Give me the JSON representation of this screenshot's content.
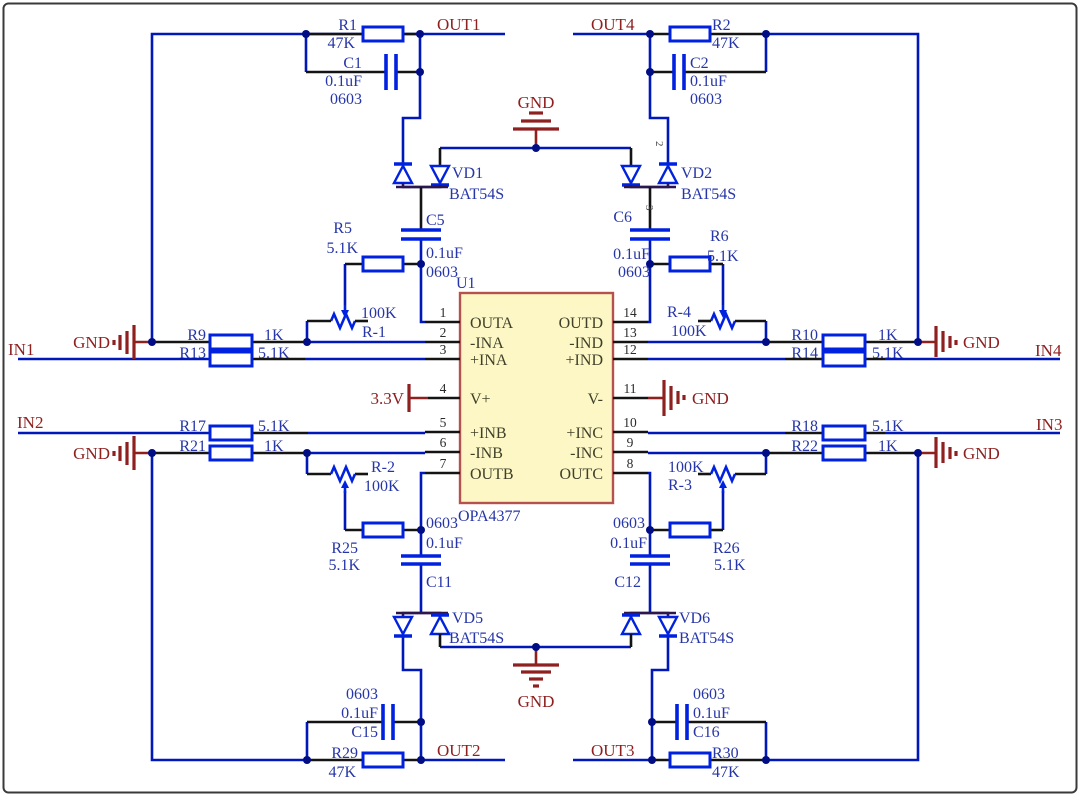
{
  "ic": {
    "designator": "U1",
    "part": "OPA4377",
    "left_pins": [
      {
        "num": "1",
        "name": "OUTA"
      },
      {
        "num": "2",
        "name": "-INA"
      },
      {
        "num": "3",
        "name": "+INA"
      },
      {
        "num": "4",
        "name": "V+"
      },
      {
        "num": "5",
        "name": "+INB"
      },
      {
        "num": "6",
        "name": "-INB"
      },
      {
        "num": "7",
        "name": "OUTB"
      }
    ],
    "right_pins": [
      {
        "num": "14",
        "name": "OUTD"
      },
      {
        "num": "13",
        "name": "-IND"
      },
      {
        "num": "12",
        "name": "+IND"
      },
      {
        "num": "11",
        "name": "V-"
      },
      {
        "num": "10",
        "name": "+INC"
      },
      {
        "num": "9",
        "name": "-INC"
      },
      {
        "num": "8",
        "name": "OUTC"
      }
    ]
  },
  "nets": {
    "out1": "OUT1",
    "out2": "OUT2",
    "out3": "OUT3",
    "out4": "OUT4",
    "in1": "IN1",
    "in2": "IN2",
    "in3": "IN3",
    "in4": "IN4",
    "gnd": "GND",
    "vcc": "3.3V"
  },
  "resistors": {
    "r1": {
      "d": "R1",
      "v": "47K"
    },
    "r2": {
      "d": "R2",
      "v": "47K"
    },
    "r5": {
      "d": "R5",
      "v": "5.1K"
    },
    "r6": {
      "d": "R6",
      "v": "5.1K"
    },
    "r9": {
      "d": "R9",
      "v": "1K"
    },
    "r10": {
      "d": "R10",
      "v": "1K"
    },
    "r13": {
      "d": "R13",
      "v": "5.1K"
    },
    "r14": {
      "d": "R14",
      "v": "5.1K"
    },
    "r17": {
      "d": "R17",
      "v": "5.1K"
    },
    "r18": {
      "d": "R18",
      "v": "5.1K"
    },
    "r21": {
      "d": "R21",
      "v": "1K"
    },
    "r22": {
      "d": "R22",
      "v": "1K"
    },
    "r25": {
      "d": "R25",
      "v": "5.1K"
    },
    "r26": {
      "d": "R26",
      "v": "5.1K"
    },
    "r29": {
      "d": "R29",
      "v": "47K"
    },
    "r30": {
      "d": "R30",
      "v": "47K"
    }
  },
  "potentiometers": {
    "rv1": {
      "d": "R-1",
      "v": "100K"
    },
    "rv2": {
      "d": "R-2",
      "v": "100K"
    },
    "rv3": {
      "d": "R-3",
      "v": "100K"
    },
    "rv4": {
      "d": "R-4",
      "v": "100K"
    }
  },
  "capacitors": {
    "c1": {
      "d": "C1",
      "v": "0.1uF",
      "fp": "0603"
    },
    "c2": {
      "d": "C2",
      "v": "0.1uF",
      "fp": "0603"
    },
    "c5": {
      "d": "C5",
      "v": "0.1uF",
      "fp": "0603"
    },
    "c6": {
      "d": "C6",
      "v": "0.1uF",
      "fp": "0603"
    },
    "c11": {
      "d": "C11",
      "v": "0.1uF",
      "fp": "0603"
    },
    "c12": {
      "d": "C12",
      "v": "0.1uF",
      "fp": "0603"
    },
    "c15": {
      "d": "C15",
      "v": "0.1uF",
      "fp": "0603"
    },
    "c16": {
      "d": "C16",
      "v": "0.1uF",
      "fp": "0603"
    }
  },
  "diodes": {
    "vd1": {
      "d": "VD1",
      "p": "BAT54S"
    },
    "vd2": {
      "d": "VD2",
      "p": "BAT54S"
    },
    "vd5": {
      "d": "VD5",
      "p": "BAT54S"
    },
    "vd6": {
      "d": "VD6",
      "p": "BAT54S"
    }
  },
  "diode_pin_numbers": {
    "p2": "2",
    "p3": "3"
  },
  "colors": {
    "wire": "#0018b9",
    "component": "#0022e0",
    "net_label": "#8e2020",
    "designator": "#2635a8",
    "chip_fill": "#fcf7c5",
    "chip_border": "#b5524e"
  }
}
